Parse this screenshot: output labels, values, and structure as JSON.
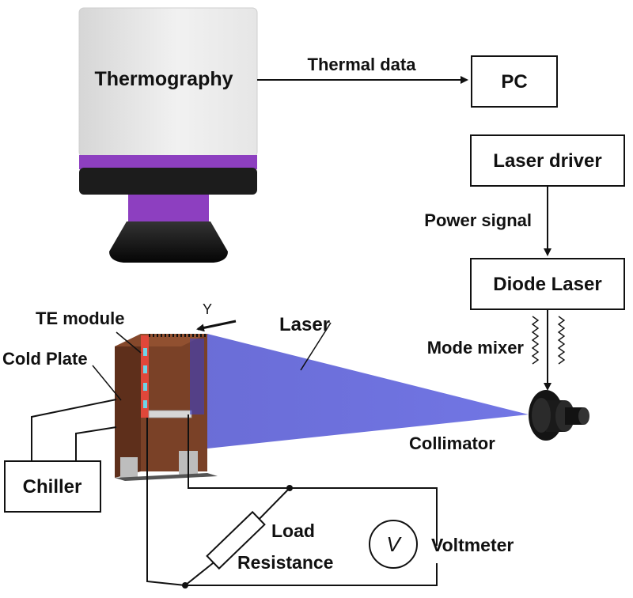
{
  "labels": {
    "thermography": "Thermography",
    "thermal_data": "Thermal data",
    "pc": "PC",
    "laser_driver": "Laser driver",
    "power_signal": "Power signal",
    "diode_laser": "Diode Laser",
    "mode_mixer": "Mode mixer",
    "collimator": "Collimator",
    "laser": "Laser",
    "te_module": "TE module",
    "y_axis": "Y",
    "cold_plate": "Cold Plate",
    "chiller": "Chiller",
    "load": "Load",
    "resistance": "Resistance",
    "voltmeter_symbol": "V",
    "voltmeter": "Voltmeter"
  },
  "colors": {
    "camera_body": "#e2e2e2",
    "camera_band": "#8d3fc0",
    "camera_base": "#1c1c1c",
    "laser_beam": "#4b4fd0",
    "cold_plate": "#7a4127",
    "te_strip_red": "#e0473a",
    "te_strip_cyan": "#6fd3e6",
    "feet": "#bdbdbd"
  }
}
